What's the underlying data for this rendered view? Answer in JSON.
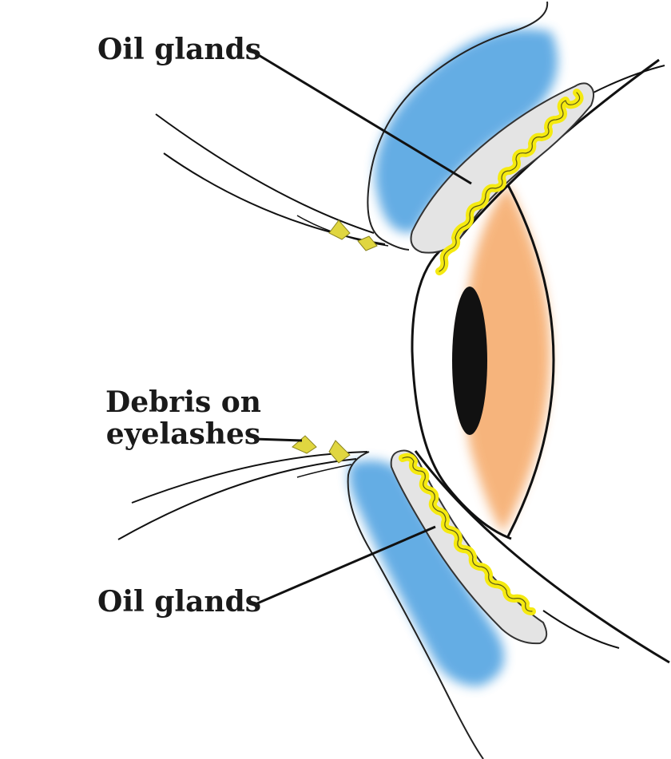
{
  "labels": {
    "oil_glands_top": "Oil glands",
    "debris_line1": "Debris on",
    "debris_line2": "eyelashes",
    "oil_glands_bottom": "Oil glands"
  },
  "colors": {
    "lid_blue": "#4a9fe0",
    "gland_yellow": "#f5ea10",
    "gland_sheath": "#e4e4e4",
    "iris_orange": "#f5a866",
    "pupil": "#111111",
    "debris": "#e0d640",
    "ink": "#1a1a1a"
  }
}
